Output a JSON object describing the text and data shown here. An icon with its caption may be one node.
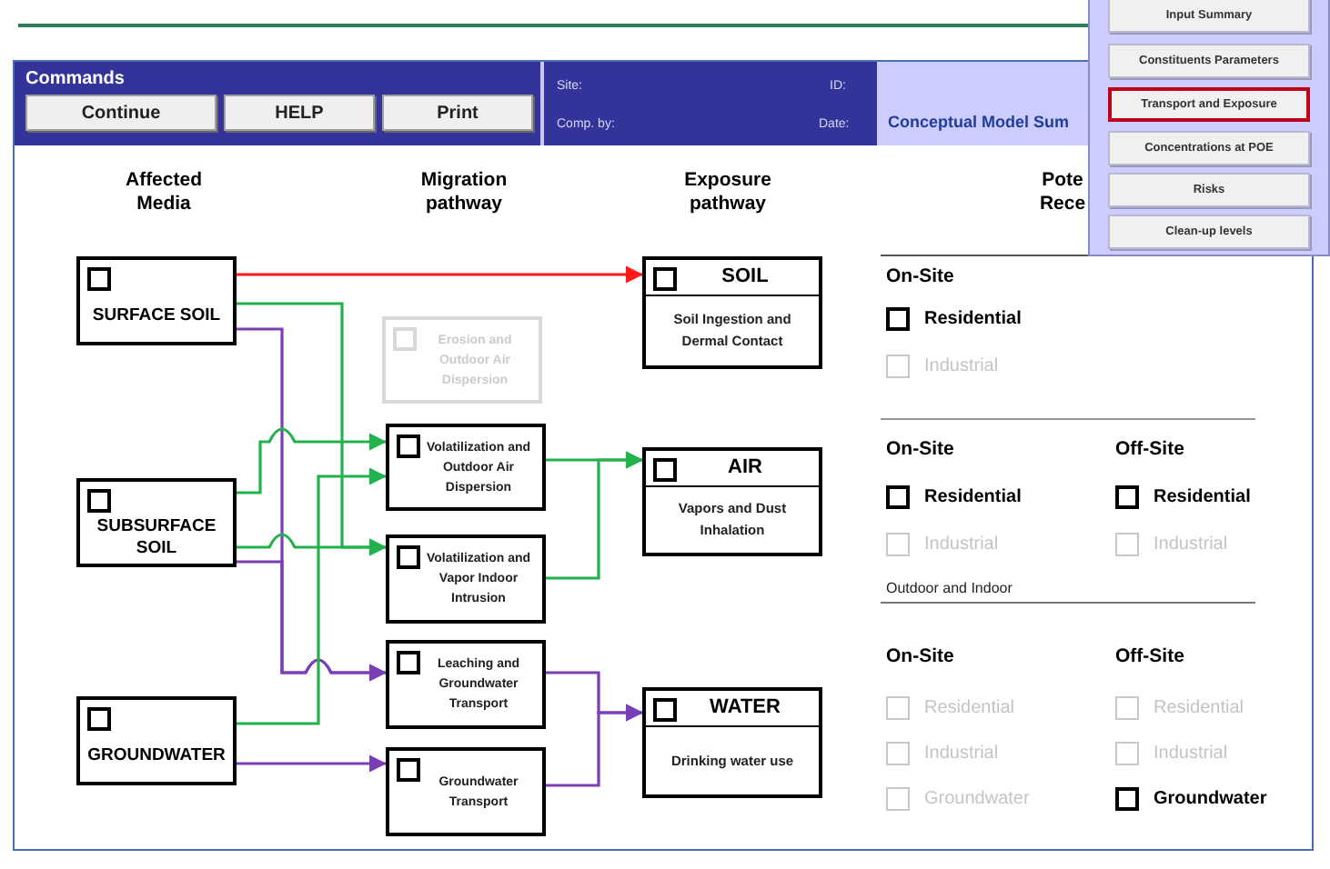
{
  "diagram": {
    "nodes": [
      {
        "text": [
          "SURFACE SOIL"
        ]
      },
      {
        "text": [
          "SUBSURFACE SOIL"
        ]
      },
      {
        "text": [
          "GROUNDWATER"
        ]
      },
      {
        "text": [
          "Erosion and Outdoor Air Dispersion"
        ]
      },
      {
        "text": [
          "Volatilization and Outdoor Air Dispersion"
        ]
      },
      {
        "text": [
          "Volatilization and Vapor Indoor Intrusion"
        ]
      },
      {
        "text": [
          "Leaching and Groundwater Transport"
        ]
      },
      {
        "text": [
          "Groundwater Transport"
        ]
      },
      {
        "text": [
          "SOIL",
          "Soil Ingestion and Dermal Contact"
        ]
      },
      {
        "text": [
          "AIR",
          "Vapors and Dust Inhalation"
        ]
      },
      {
        "text": [
          "WATER",
          "Drinking water use"
        ]
      }
    ],
    "edges": [
      {
        "from": 0,
        "to": 8,
        "arrow": "to",
        "color": "#ff1a1a"
      },
      {
        "from": 0,
        "to": 5,
        "arrow": "to"
      },
      {
        "from": 0,
        "to": 6,
        "arrow": "to",
        "color": "#7a3fb5"
      },
      {
        "from": 1,
        "to": 4,
        "arrow": "to"
      },
      {
        "from": 1,
        "to": 5,
        "arrow": "to"
      },
      {
        "from": 1,
        "to": 6,
        "arrow": "to",
        "color": "#7a3fb5"
      },
      {
        "from": 2,
        "to": 4,
        "arrow": "to"
      },
      {
        "from": 2,
        "to": 7,
        "arrow": "to",
        "color": "#7a3fb5"
      },
      {
        "from": 4,
        "to": 9,
        "arrow": "to"
      },
      {
        "from": 5,
        "to": 9,
        "arrow": "to"
      },
      {
        "from": 6,
        "to": 10,
        "arrow": "to",
        "color": "#7a3fb5"
      },
      {
        "from": 7,
        "to": 10,
        "arrow": "to",
        "color": "#7a3fb5"
      }
    ],
    "labels": [
      "Input Summary",
      "Constituents Parameters",
      "Transport and Exposure",
      "Concentrations at POE",
      "Risks",
      "Clean-up levels",
      "Commands",
      "Continue",
      "HELP",
      "Print",
      "Site:",
      "ID:",
      "Comp. by:",
      "Date:",
      "Conceptual Model Sum",
      "Affected Media",
      "Migration pathway",
      "Exposure pathway",
      "Pote Rece",
      "On-Site",
      "Residential",
      "Industrial",
      "On-Site",
      "Off-Site",
      "Residential",
      "Residential",
      "Industrial",
      "Industrial",
      "Outdoor and Indoor",
      "On-Site",
      "Off-Site",
      "Residential",
      "Residential",
      "Industrial",
      "Industrial",
      "Groundwater",
      "Groundwater"
    ]
  }
}
